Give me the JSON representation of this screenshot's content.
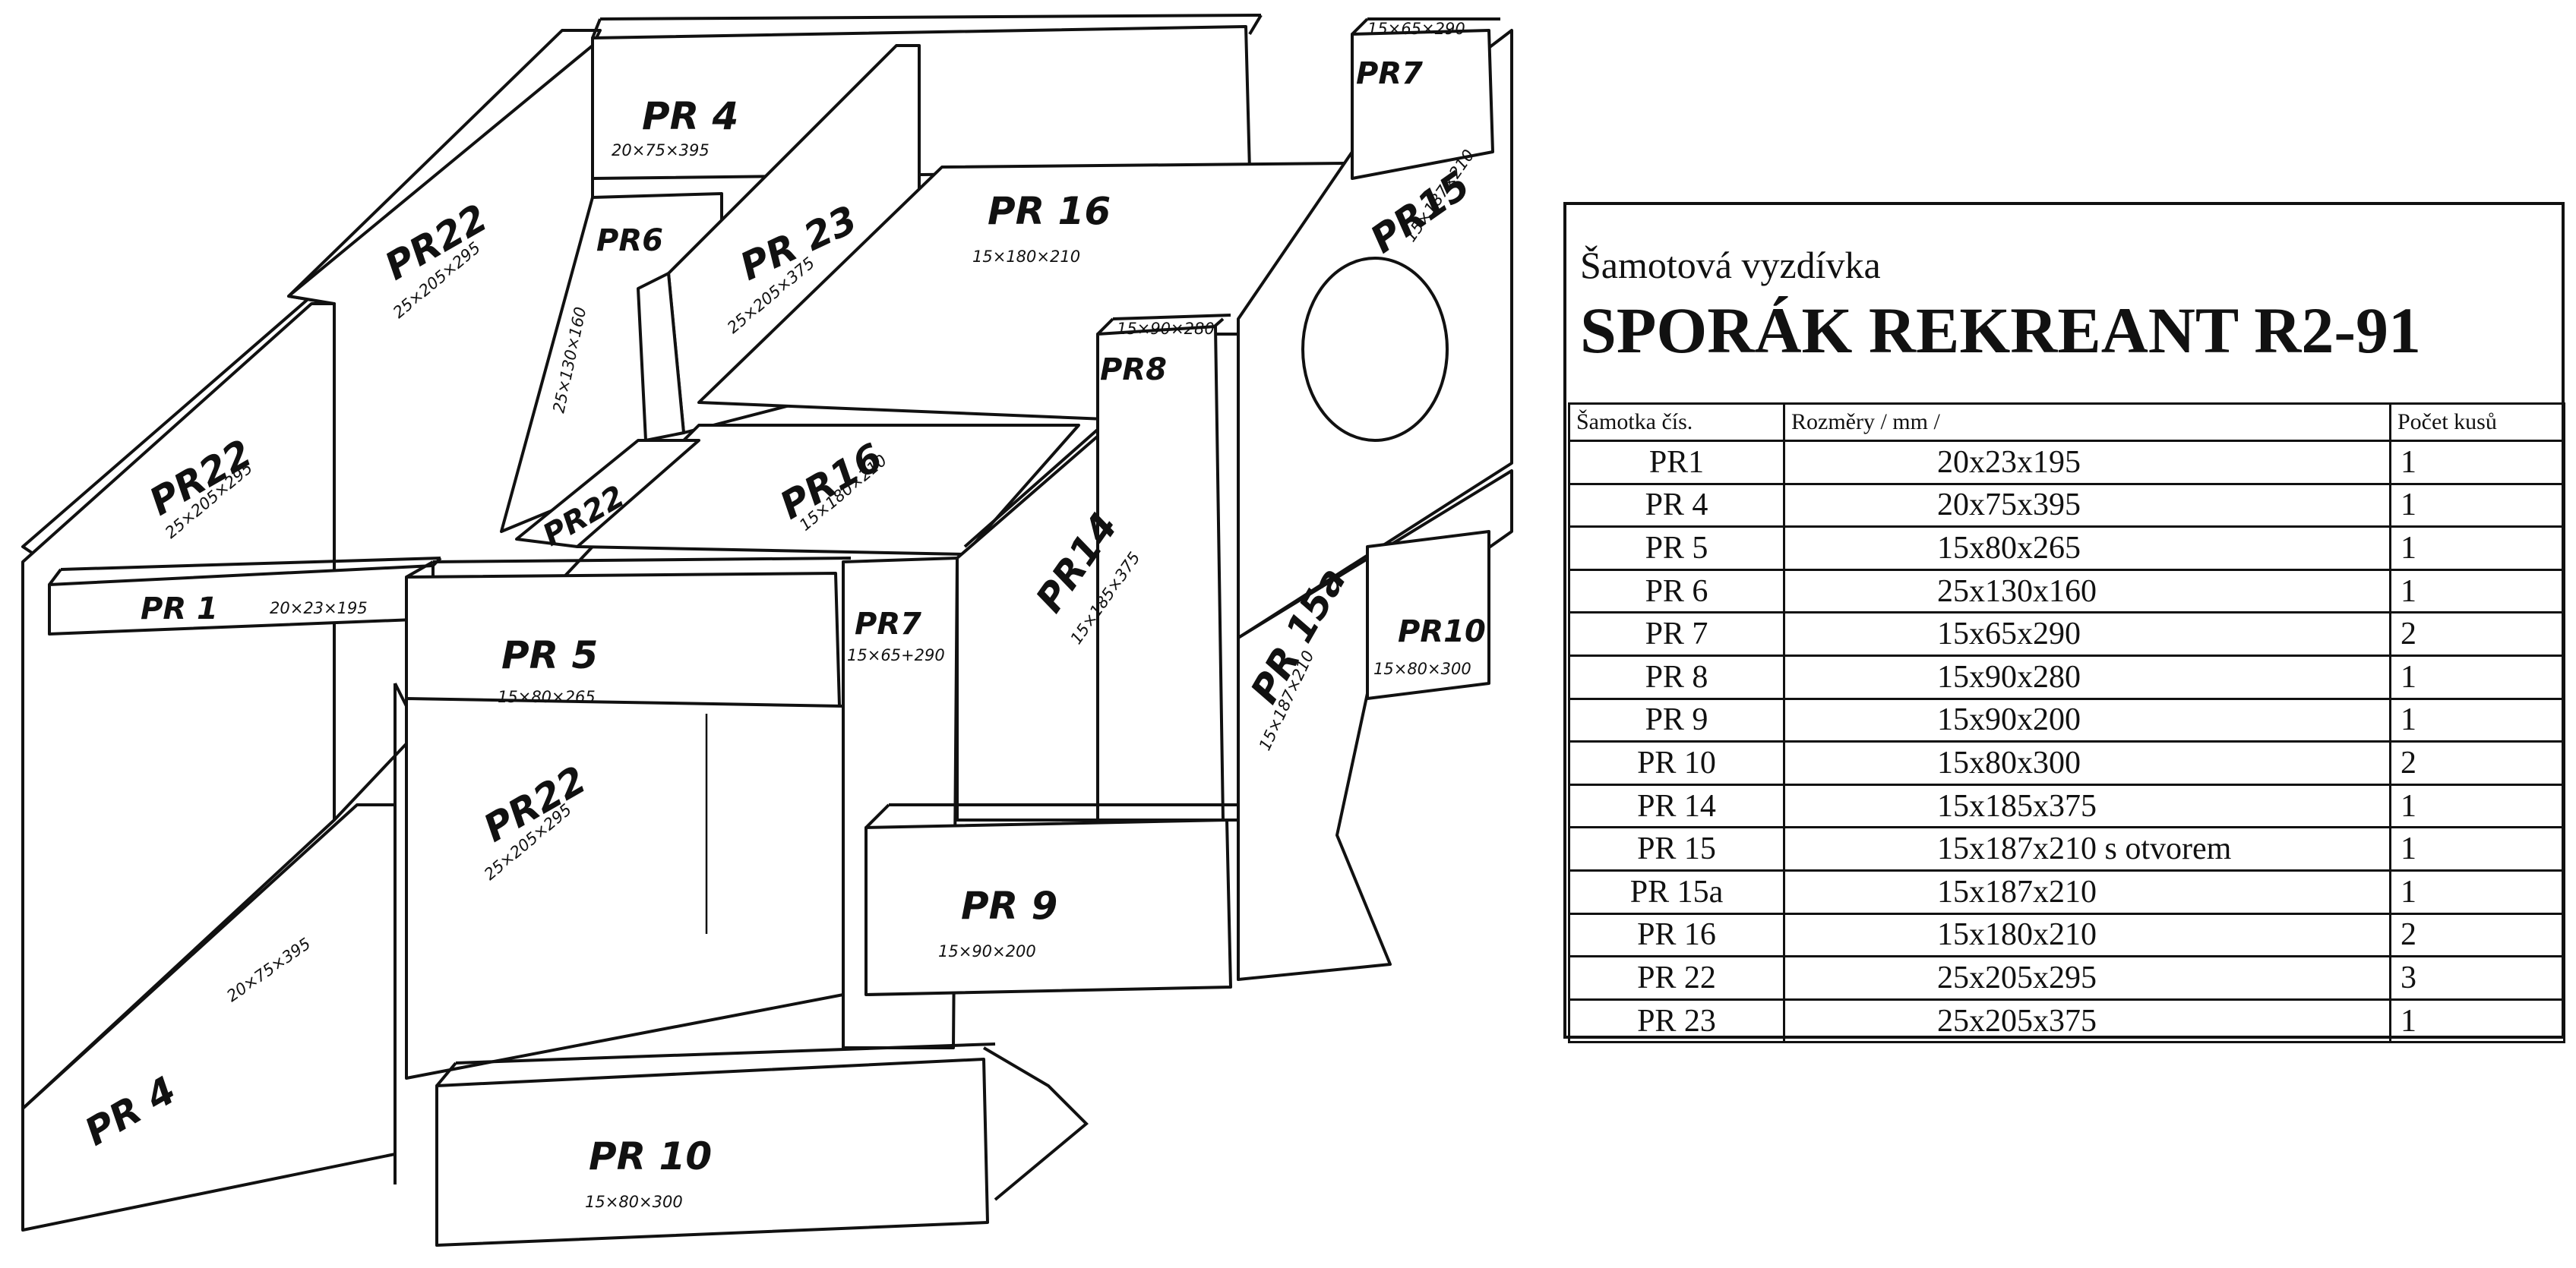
{
  "diagram": {
    "labels": {
      "pr4_top": "PR 4",
      "pr4_top_dim": "20×75×395",
      "pr6": "PR6",
      "pr6_dim": "25×130×160",
      "pr23": "PR 23",
      "pr23_dim": "25×205×375",
      "pr16_top": "PR 16",
      "pr16_top_dim": "15×180×210",
      "pr22_back": "PR22",
      "pr22_back_dim": "25×205×295",
      "pr22_left": "PR22",
      "pr22_left_dim": "25×205×295",
      "pr22_small": "PR22",
      "pr16_mid": "PR16",
      "pr16_mid_dim": "15×180×210",
      "pr1": "PR 1",
      "pr1_dim": "20×23×195",
      "pr5": "PR 5",
      "pr5_dim": "15×80×265",
      "pr7_front": "PR7",
      "pr7_front_dim": "15×65+290",
      "pr7_right": "PR7",
      "pr7_right_dim": "15×65×290",
      "pr8": "PR8",
      "pr8_dim": "15×90×280",
      "pr14": "PR14",
      "pr14_dim": "15×185×375",
      "pr15": "PR15",
      "pr15_dim": "15×187×210",
      "pr15a": "PR 15a",
      "pr15a_dim": "15×187×210",
      "pr10_right": "PR10",
      "pr10_right_dim": "15×80×300",
      "pr22_front": "PR22",
      "pr22_front_dim": "25×205×295",
      "pr9": "PR 9",
      "pr9_dim": "15×90×200",
      "pr4_bottom": "PR 4",
      "pr4_bottom_dim": "20×75×395",
      "pr10_bottom": "PR 10",
      "pr10_bottom_dim": "15×80×300"
    }
  },
  "spec": {
    "subtitle": "Šamotová vyzdívka",
    "title": "SPORÁK REKREANT    R2-91",
    "headers": [
      "Šamotka čís.",
      "Rozměry / mm /",
      "Počet kusů"
    ],
    "rows": [
      [
        "PR1",
        "20x23x195",
        "1"
      ],
      [
        "PR 4",
        "20x75x395",
        "1"
      ],
      [
        "PR 5",
        "15x80x265",
        "1"
      ],
      [
        "PR 6",
        "25x130x160",
        "1"
      ],
      [
        "PR 7",
        "15x65x290",
        "2"
      ],
      [
        "PR 8",
        "15x90x280",
        "1"
      ],
      [
        "PR 9",
        "15x90x200",
        "1"
      ],
      [
        "PR 10",
        "15x80x300",
        "2"
      ],
      [
        "PR 14",
        "15x185x375",
        "1"
      ],
      [
        "PR 15",
        "15x187x210  s otvorem",
        "1"
      ],
      [
        "PR 15a",
        "15x187x210",
        "1"
      ],
      [
        "PR 16",
        "15x180x210",
        "2"
      ],
      [
        "PR 22",
        "25x205x295",
        "3"
      ],
      [
        "PR 23",
        "25x205x375",
        "1"
      ]
    ]
  }
}
